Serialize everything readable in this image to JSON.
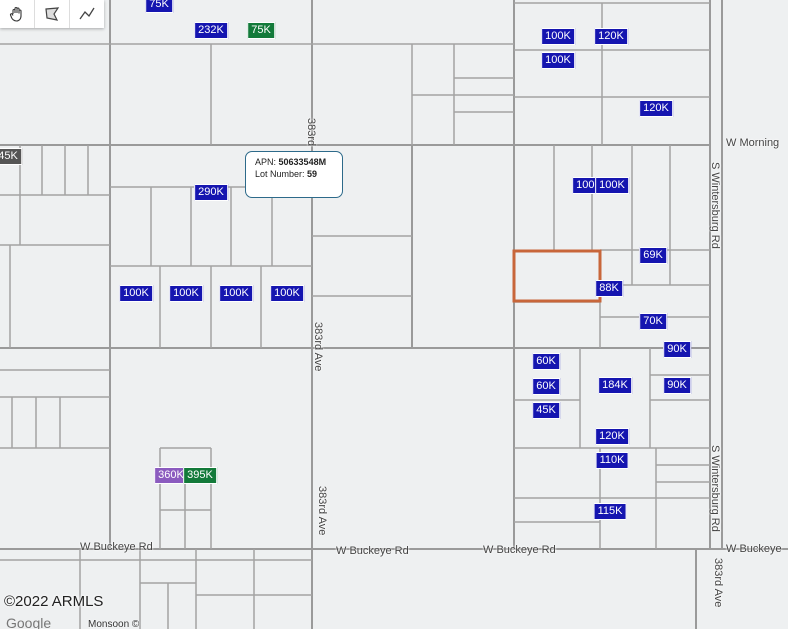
{
  "toolbar": {
    "tools": [
      {
        "name": "pan-hand-icon"
      },
      {
        "name": "polygon-draw-icon"
      },
      {
        "name": "line-draw-icon"
      }
    ]
  },
  "popup": {
    "apn_label": "APN:",
    "apn_value": "50633548M",
    "lot_label": "Lot Number:",
    "lot_value": "59"
  },
  "roads": [
    {
      "id": "w-morning",
      "text": "W Morning"
    },
    {
      "id": "s-wintersburg-upper",
      "text": "S Wintersburg Rd"
    },
    {
      "id": "s-wintersburg-lower",
      "text": "S Wintersburg Rd"
    },
    {
      "id": "383rd-upper",
      "text": "383rd Ave"
    },
    {
      "id": "383rd-mid",
      "text": "383rd Ave"
    },
    {
      "id": "383rd-lower",
      "text": "383rd Ave"
    },
    {
      "id": "383rd-top-clip",
      "text": "383rd"
    },
    {
      "id": "w-buckeye-left",
      "text": "W Buckeye Rd"
    },
    {
      "id": "w-buckeye-mid",
      "text": "W Buckeye Rd"
    },
    {
      "id": "w-buckeye-right",
      "text": "W Buckeye Rd"
    },
    {
      "id": "w-buckeye-far",
      "text": "W Buckeye"
    }
  ],
  "price_markers": [
    {
      "text": "75K",
      "color": "blue"
    },
    {
      "text": "232K",
      "color": "blue"
    },
    {
      "text": "75K",
      "color": "green"
    },
    {
      "text": "100K",
      "color": "blue"
    },
    {
      "text": "120K",
      "color": "blue"
    },
    {
      "text": "100K",
      "color": "blue"
    },
    {
      "text": "120K",
      "color": "blue"
    },
    {
      "text": "45K",
      "color": "gray"
    },
    {
      "text": "290K",
      "color": "blue"
    },
    {
      "text": "100K",
      "color": "blue"
    },
    {
      "text": "100K",
      "color": "blue"
    },
    {
      "text": "69K",
      "color": "blue"
    },
    {
      "text": "88K",
      "color": "blue"
    },
    {
      "text": "100K",
      "color": "blue"
    },
    {
      "text": "100K",
      "color": "blue"
    },
    {
      "text": "100K",
      "color": "blue"
    },
    {
      "text": "100K",
      "color": "blue"
    },
    {
      "text": "70K",
      "color": "blue"
    },
    {
      "text": "60K",
      "color": "blue"
    },
    {
      "text": "90K",
      "color": "blue"
    },
    {
      "text": "60K",
      "color": "blue"
    },
    {
      "text": "184K",
      "color": "blue"
    },
    {
      "text": "90K",
      "color": "blue"
    },
    {
      "text": "45K",
      "color": "blue"
    },
    {
      "text": "120K",
      "color": "blue"
    },
    {
      "text": "110K",
      "color": "blue"
    },
    {
      "text": "360K",
      "color": "purple"
    },
    {
      "text": "395K",
      "color": "green"
    },
    {
      "text": "115K",
      "color": "blue"
    }
  ],
  "colors": {
    "blue": "#1515b0",
    "green": "#137a3a",
    "purple": "#8b5bbf",
    "gray": "#555555",
    "selected_parcel": "#c8663a"
  },
  "attribution": {
    "copyright": "©2022 ARMLS",
    "google": "Google",
    "data_layer": "Monsoon ©"
  }
}
